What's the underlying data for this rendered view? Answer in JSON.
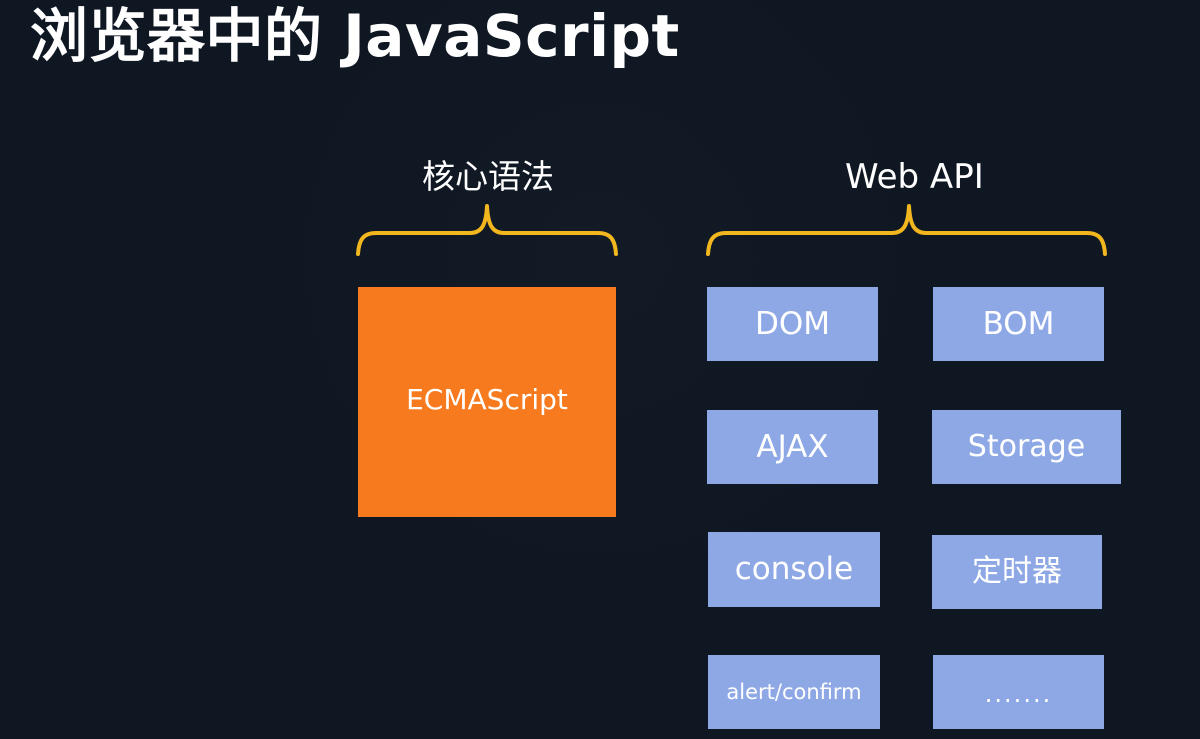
{
  "slide": {
    "title": "浏览器中的 JavaScript",
    "left_group_label": "核心语法",
    "right_group_label": "Web API",
    "core_box_label": "ECMAScript",
    "api_items": [
      "DOM",
      "BOM",
      "AJAX",
      "Storage",
      "console",
      "定时器",
      "alert/confirm",
      "......."
    ]
  },
  "colors": {
    "background": "#0f1722",
    "title": "#ffffff",
    "brace": "#f2b61e",
    "core_box": "#f77a1e",
    "api_box": "#8ea8e6",
    "box_text": "#ffffff"
  },
  "icons": {
    "left_brace": "curly-brace-icon",
    "right_brace": "curly-brace-icon"
  }
}
